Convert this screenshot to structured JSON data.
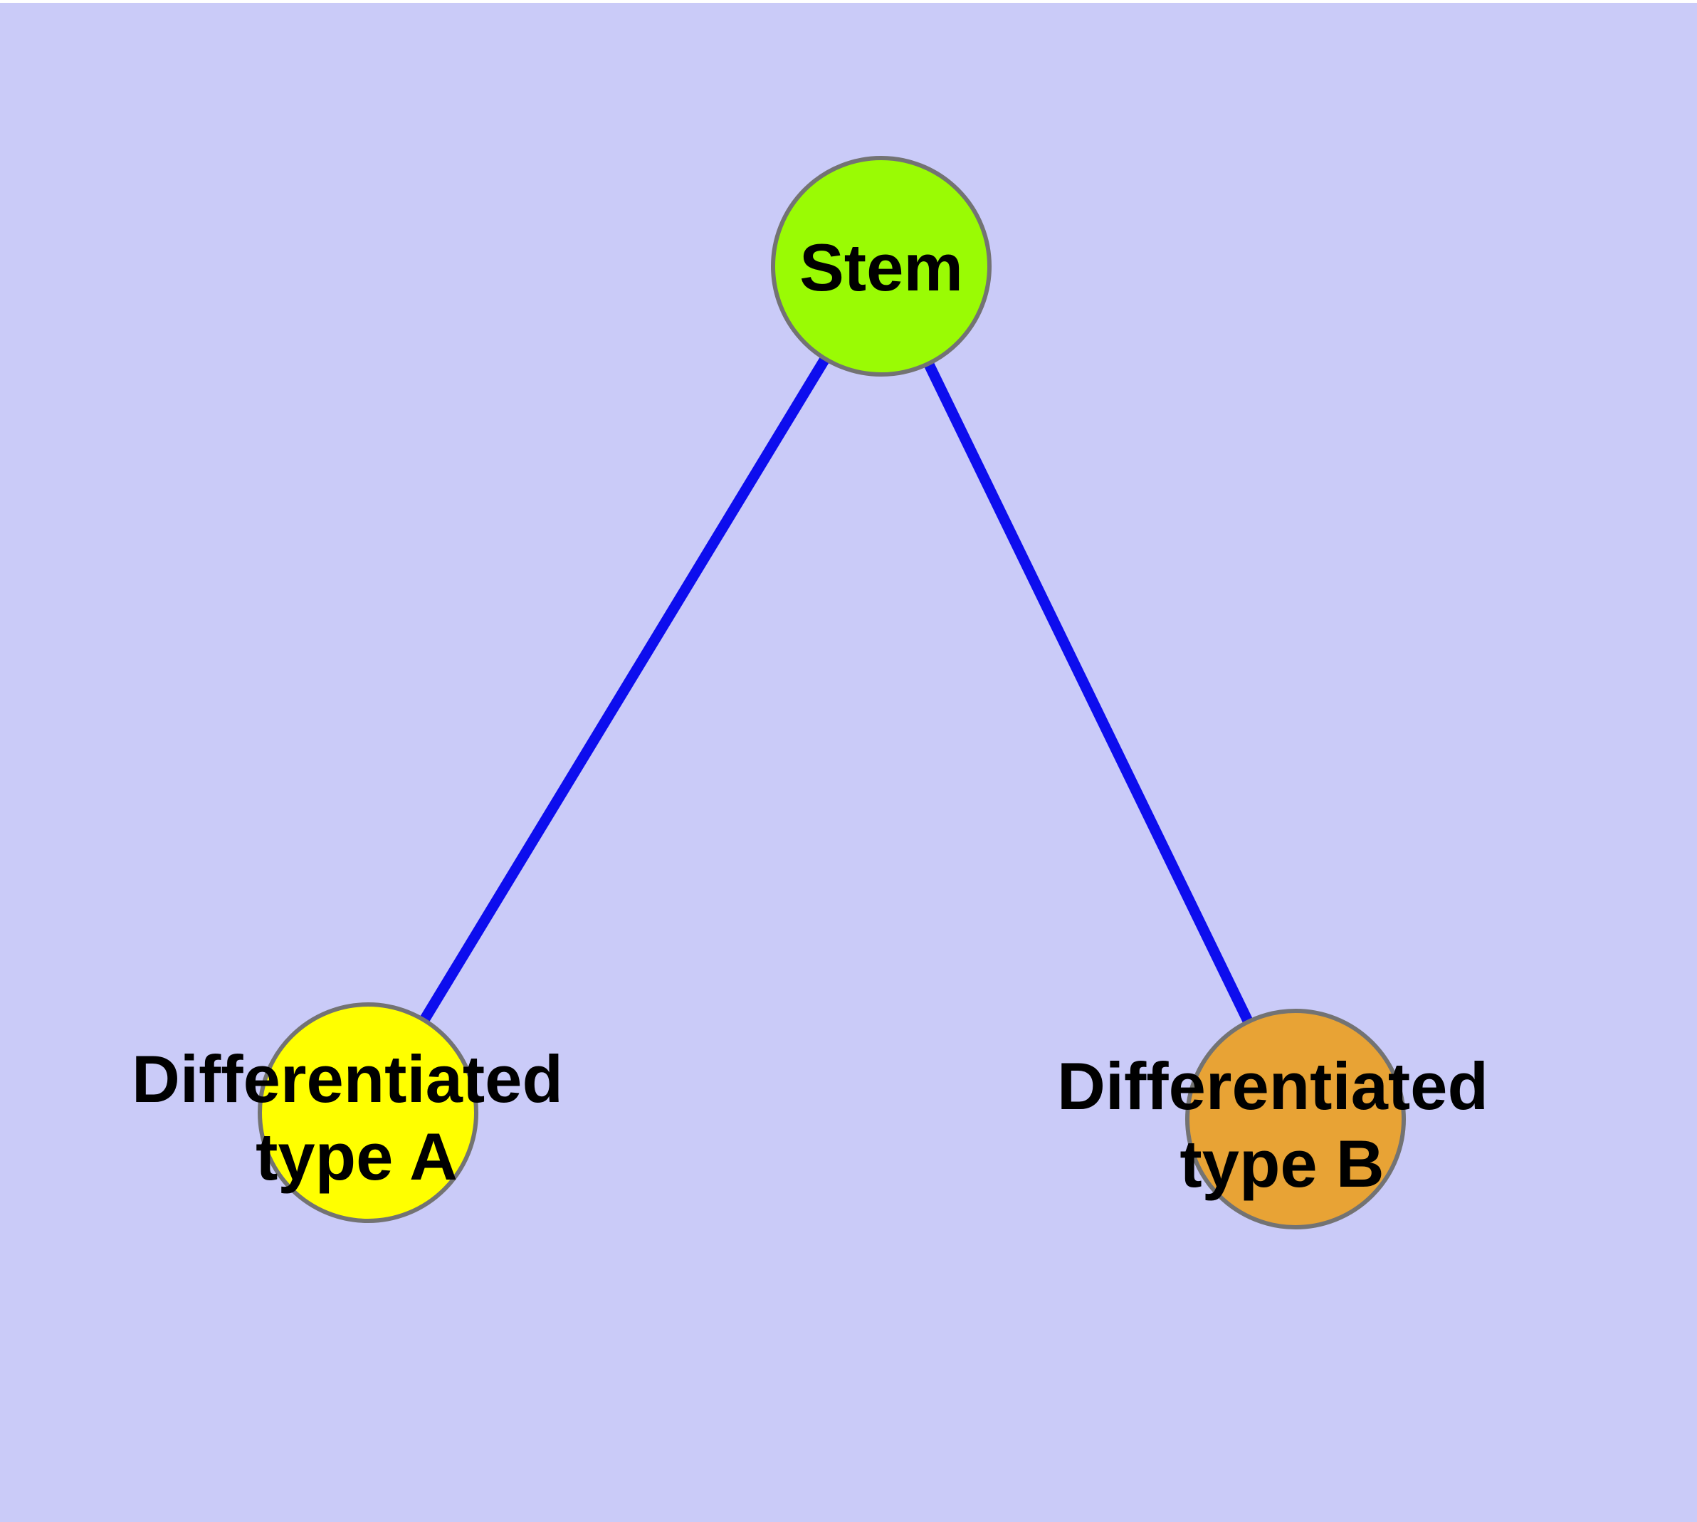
{
  "diagram": {
    "title": "",
    "background_color": "#CACBF8",
    "page_margin_color": "#FFFFFF",
    "node_border_color": "#737373",
    "edge_color": "#0D0DEE",
    "label_color": "#000000",
    "nodes": [
      {
        "id": "stem",
        "label": "Stem",
        "fill": "#9AFB04"
      },
      {
        "id": "differentiated-type-a",
        "label_line1": "Differentiated",
        "label_line2": "type A",
        "fill": "#FFFF00"
      },
      {
        "id": "differentiated-type-b",
        "label_line1": "Differentiated",
        "label_line2": "type B",
        "fill": "#E8A335"
      }
    ],
    "edges": [
      {
        "from": "Stem",
        "to": "Differentiated type A"
      },
      {
        "from": "Stem",
        "to": "Differentiated type B"
      }
    ]
  }
}
